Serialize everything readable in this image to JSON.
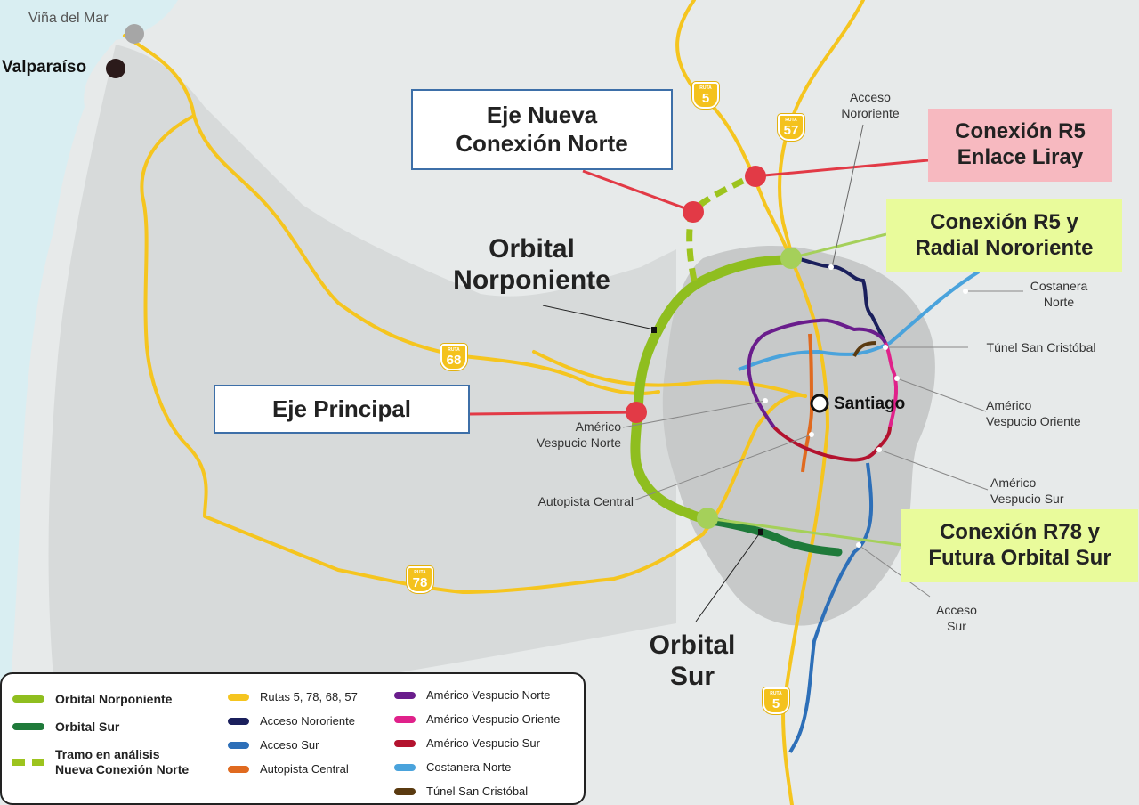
{
  "colors": {
    "background": "#e7eaea",
    "land": "#d5d8d8",
    "urban": "#c9cbcb",
    "sea": "#d9eef2",
    "route": "#f5c51f",
    "orbital_norponiente": "#8fbe1f",
    "orbital_sur": "#1f7a3a",
    "tramo_analisis": "#9dc41e",
    "acceso_nororiente": "#1a1f5c",
    "acceso_sur": "#2d6fb8",
    "autopista_central": "#e06a1f",
    "americo_vespucio_norte": "#6a1d8c",
    "americo_vespucio_oriente": "#e0218a",
    "americo_vespucio_sur": "#b3122e",
    "costanera_norte": "#4aa3dc",
    "tunel_san_cristobal": "#5a3a10",
    "red_marker": "#e23a46",
    "green_marker": "#a5d05a"
  },
  "cities": {
    "vina": "Viña del Mar",
    "valparaiso": "Valparaíso",
    "santiago": "Santiago"
  },
  "callouts": {
    "eje_nueva": "Eje Nueva\nConexión Norte",
    "conexion_r5_liray": "Conexión R5\nEnlace Liray",
    "conexion_r5_radial": "Conexión R5 y\nRadial Nororiente",
    "eje_principal": "Eje Principal",
    "conexion_r78": "Conexión R78 y\nFutura Orbital Sur"
  },
  "big_labels": {
    "orbital_norponiente": "Orbital\nNorponiente",
    "orbital_sur": "Orbital\nSur"
  },
  "small_labels": {
    "acceso_nororiente": "Acceso\nNororiente",
    "costanera_norte": "Costanera\nNorte",
    "tunel_san_cristobal": "Túnel San Cristóbal",
    "americo_vespucio_oriente": "Américo\nVespucio Oriente",
    "americo_vespucio_sur": "Américo\nVespucio Sur",
    "americo_vespucio_norte": "Américo\nVespucio Norte",
    "autopista_central": "Autopista Central",
    "acceso_sur": "Acceso\nSur"
  },
  "route_shields": {
    "r5_top": "5",
    "r57": "57",
    "r68": "68",
    "r78": "78",
    "r5_bottom": "5",
    "shield_caption": "RUTA"
  },
  "legend": {
    "col1": [
      {
        "label": "Orbital Norponiente",
        "color": "#8fbe1f",
        "style": "solid"
      },
      {
        "label": "Orbital Sur",
        "color": "#1f7a3a",
        "style": "solid"
      },
      {
        "label": "Tramo en análisis\nNueva Conexión Norte",
        "color": "#9dc41e",
        "style": "dashed"
      }
    ],
    "col2": [
      {
        "label": "Rutas 5, 78, 68, 57",
        "color": "#f5c51f"
      },
      {
        "label": "Acceso Nororiente",
        "color": "#1a1f5c"
      },
      {
        "label": "Acceso Sur",
        "color": "#2d6fb8"
      },
      {
        "label": "Autopista Central",
        "color": "#e06a1f"
      }
    ],
    "col3": [
      {
        "label": "Américo Vespucio Norte",
        "color": "#6a1d8c"
      },
      {
        "label": "Américo Vespucio Oriente",
        "color": "#e0218a"
      },
      {
        "label": "Américo Vespucio Sur",
        "color": "#b3122e"
      },
      {
        "label": "Costanera Norte",
        "color": "#4aa3dc"
      },
      {
        "label": "Túnel San Cristóbal",
        "color": "#5a3a10"
      }
    ]
  }
}
